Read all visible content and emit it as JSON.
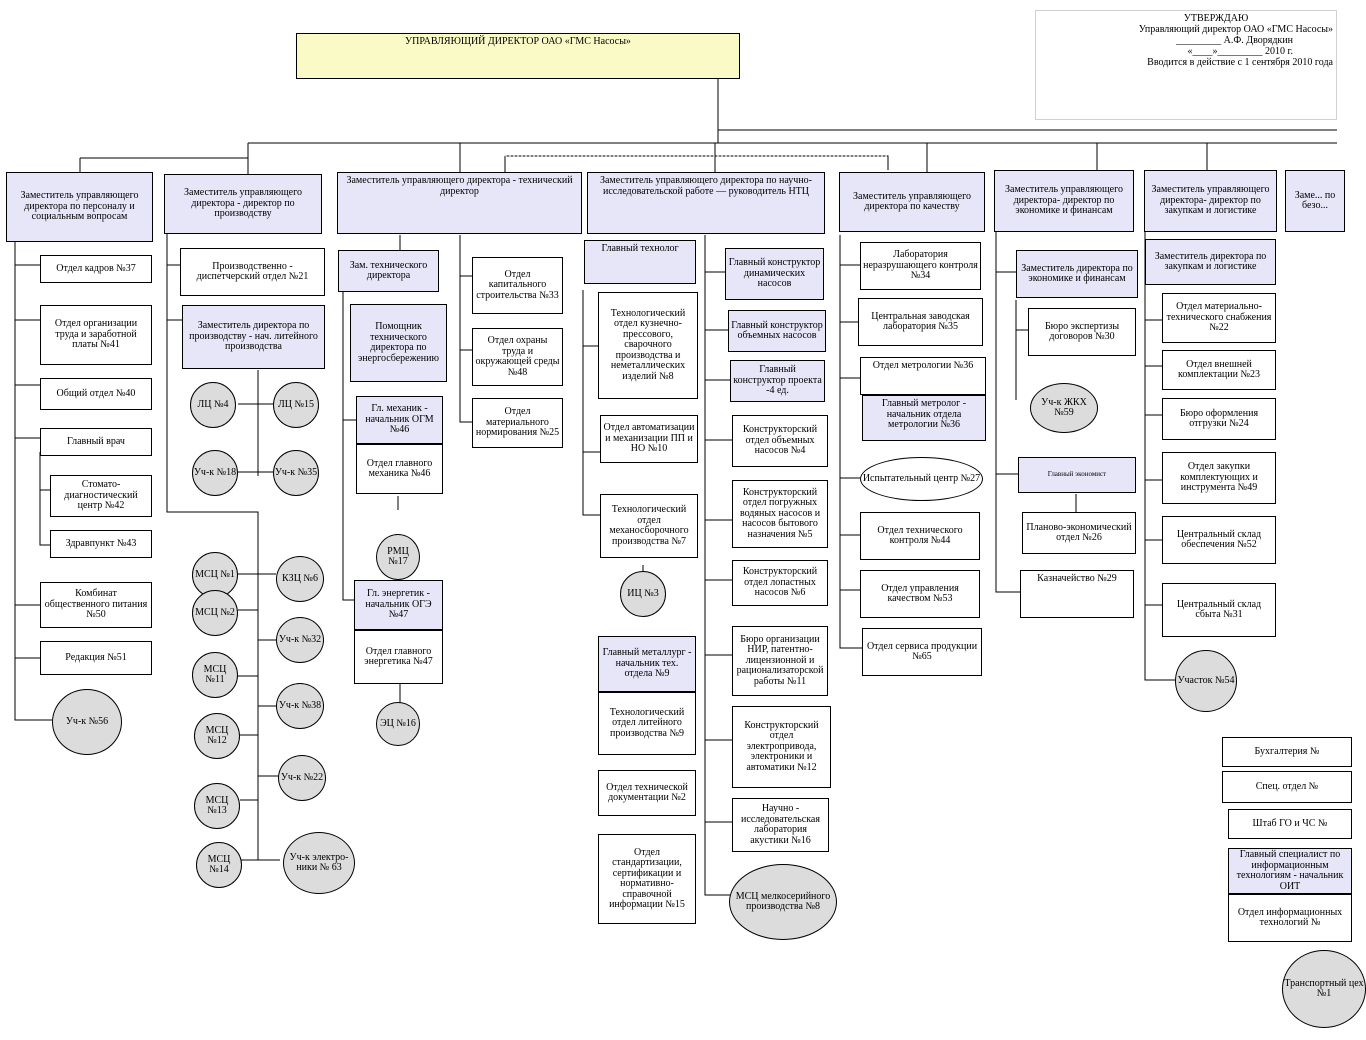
{
  "approval": {
    "l1": "УТВЕРЖДАЮ",
    "l2": "Управляющий директор ОАО «ГМС Насосы»",
    "l3": "_________ А.Ф. Дворядкин",
    "l4": "«____»_________ 2010 г.",
    "l5": "Вводится в действие с 1 сентября 2010 года"
  },
  "top": "УПРАВЛЯЮЩИЙ ДИРЕКТОР ОАО «ГМС Насосы»",
  "heads": {
    "personnel": "Заместитель управляющего директора по персоналу и социальным вопросам",
    "production": "Заместитель управляющего директора - директор по производству",
    "technical": "Заместитель управляющего директора - технический директор",
    "ntc": "Заместитель управляющего директора по научно-исследовательской работе — руководитель НТЦ",
    "quality": "Заместитель управляющего директора по качеству",
    "economics": "Заместитель управляющего директора- директор по экономике и финансам",
    "logistics": "Заместитель управляющего директора- директор по закупкам и логистике",
    "security": "Заме... по безо..."
  },
  "personnel": {
    "kadrov": "Отдел кадров №37",
    "otz": "Отдел организации труда и заработной платы №41",
    "obshiy": "Общий отдел №40",
    "vrach": "Главный врач",
    "stomato": "Стомато-диагностический центр №42",
    "zdrav": "Здравпункт №43",
    "kombinat": "Комбинат общественного питания №50",
    "redak": "Редакция №51",
    "uch56": "Уч-к №56"
  },
  "production": {
    "disp": "Производственно - диспетчерский отдел №21",
    "deputy": "Заместитель директора по производству - нач. литейного производства",
    "lc4": "ЛЦ №4",
    "lc15": "ЛЦ №15",
    "uch18": "Уч-к №18",
    "uch35": "Уч-к №35",
    "msc1": "МСЦ №1",
    "msc2": "МСЦ №2",
    "msc11": "МСЦ №11",
    "msc12": "МСЦ №12",
    "msc13": "МСЦ №13",
    "msc14": "МСЦ №14",
    "kzc6": "КЗЦ №6",
    "uch32": "Уч-к №32",
    "uch38": "Уч-к №38",
    "uch22": "Уч-к №22",
    "uch63": "Уч-к электро-ники № 63"
  },
  "technical": {
    "zam": "Зам. технического директора",
    "pomosh": "Помощник технического директора по энергосбережению",
    "ogm_head": "Гл. механик - начальник ОГМ №46",
    "ogm": "Отдел главного механика №46",
    "rmc": "РМЦ №17",
    "oge_head": "Гл. энергетик - начальник ОГЭ №47",
    "oge": "Отдел главного энергетика №47",
    "ec": "ЭЦ №16",
    "kap": "Отдел капитального строительства №33",
    "ohrana": "Отдел охраны труда и окружающей среды №48",
    "norm": "Отдел материального нормирования №25"
  },
  "ntc": {
    "tech": "Главный технолог",
    "kuz": "Технологический отдел кузнечно-прессового, сварочного производства и неметаллических изделий №8",
    "avtom": "Отдел автоматизации и механизации ПП и НО №10",
    "mekh": "Технологический отдел механосборочного производства №7",
    "ic3": "ИЦ №3",
    "metal": "Главный металлург - начальник тех. отдела №9",
    "lit": "Технологический отдел литейного производства №9",
    "doc": "Отдел технической документации №2",
    "std": "Отдел стандартизации, сертификации и нормативно-справочной информации №15",
    "din": "Главный конструктор динамических насосов",
    "obem": "Главный конструктор объемных насосов",
    "pr4": "Главный конструктор проекта -4 ед.",
    "k4": "Конструкторский отдел объемных насосов №4",
    "k5": "Конструкторский отдел погружных водяных насосов и насосов бытового назначения №5",
    "k6": "Конструкторский отдел лопастных насосов №6",
    "nir": "Бюро организации НИР, патентно-лицензионной и рационализаторской работы №11",
    "k12": "Конструкторский отдел электропривода, электроники и автоматики №12",
    "lab16": "Научно - исследовательская лаборатория акустики №16",
    "msc8": "МСЦ мелкосерийного производства №8"
  },
  "quality": {
    "lab34": "Лаборатория неразрушающего контроля №34",
    "lab35": "Центральная заводская лаборатория №35",
    "metr": "Отдел метрологии №36",
    "metr_head": "Главный метролог - начальник отдела метрологии №36",
    "ic27": "Испытательный центр №27",
    "otk": "Отдел технического контроля №44",
    "upr": "Отдел управления качеством №53",
    "serv": "Отдел сервиса продукции №65"
  },
  "economics": {
    "zam": "Заместитель директора по экономике и финансам",
    "buro": "Бюро экспертизы договоров №30",
    "uch59": "Уч-к ЖКХ №59",
    "gl_ek": "Главный экономист",
    "pl": "Планово-экономический отдел №26",
    "kazn": "Казначейство №29"
  },
  "logistics": {
    "zam": "Заместитель директора по закупкам и логистике",
    "mts": "Отдел материально-технического снабжения №22",
    "vn": "Отдел внешней комплектации №23",
    "buro24": "Бюро оформления отгрузки №24",
    "zak": "Отдел закупки комплектующих и инструмента №49",
    "sklad52": "Центральный склад обеспечения №52",
    "sklad31": "Центральный склад сбыта №31",
    "uch54": "Участок №54"
  },
  "direct": {
    "buh": "Бухгалтерия №",
    "spec": "Спец. отдел №",
    "shtab": "Штаб ГО и ЧС №",
    "gl_spec": "Главный специалист по информационным технологиям - начальник ОИТ",
    "oit": "Отдел информационных технологий №",
    "trans": "Транспортный цех №1"
  }
}
